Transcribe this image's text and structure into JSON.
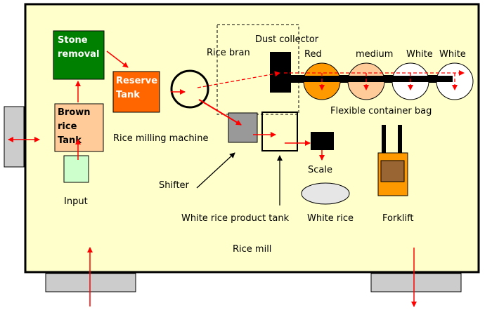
{
  "colors": {
    "mill_floor": "#ffffcc",
    "stone_removal": "#008000",
    "brown_rice_tank": "#ffcc99",
    "input_box": "#ccffcc",
    "reserve_tank": "#ff6600",
    "shifter": "#999999",
    "container_red": "#ff9900",
    "container_medium": "#ffcc99",
    "flow_arrow": "#ff0000",
    "forklift_body": "#ff9900",
    "forklift_panel": "#996633",
    "white_rice_pile": "#e6e6e6",
    "door": "#cccccc"
  },
  "labels": {
    "stone_removal_line1": "Stone",
    "stone_removal_line2": "removal",
    "reserve_tank_line1": "Reserve",
    "reserve_tank_line2": "Tank",
    "brown_rice_tank_line1": "Brown",
    "brown_rice_tank_line2": "rice",
    "brown_rice_tank_line3": "Tank",
    "input": "Input",
    "rice_bran": "Rice bran",
    "dust_collector": "Dust collector",
    "container_red": "Red",
    "container_medium": "medium",
    "container_white_1": "White",
    "container_white_2": "White",
    "flexible_container_bag": "Flexible container bag",
    "rice_milling_machine": "Rice milling machine",
    "shifter": "Shifter",
    "scale": "Scale",
    "white_rice_product_tank": "White rice product tank",
    "white_rice": "White rice",
    "forklift": "Forklift",
    "rice_mill": "Rice mill"
  }
}
